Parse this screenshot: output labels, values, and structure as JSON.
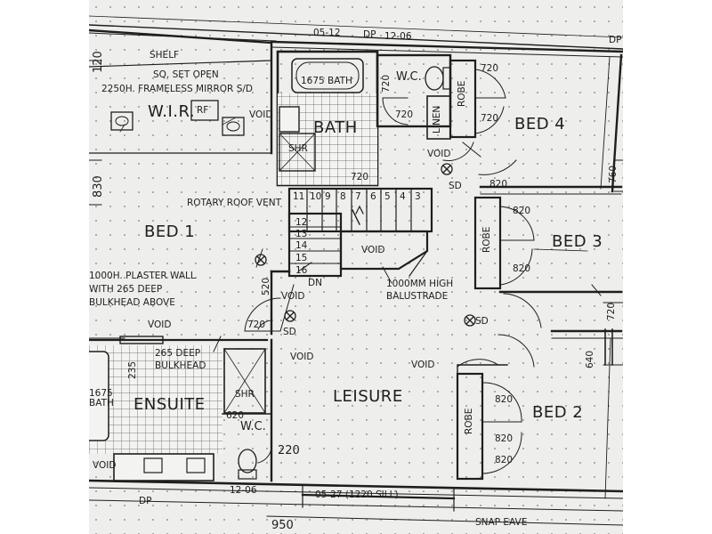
{
  "rooms": {
    "wir": "W.I.R.",
    "rf": "RF",
    "bath": "BATH",
    "wc_top": "W.C.",
    "bed4": "BED 4",
    "bed1": "BED 1",
    "bed3": "BED 3",
    "leisure": "LEISURE",
    "ensuite": "ENSUITE",
    "wc_bottom": "W.C.",
    "bed2": "BED 2"
  },
  "fixtures": {
    "shelf": "SHELF",
    "sq_set_open": "SQ. SET OPEN",
    "mirror": "2250H. FRAMELESS MIRROR S/D",
    "bath_1675": "1675 BATH",
    "ensuite_bath": "1675 BATH",
    "shr_top": "SHR",
    "shr_bottom": "SHR",
    "linen": "LINEN",
    "robe_bed4": "ROBE",
    "robe_bed3": "ROBE",
    "robe_bed2": "ROBE",
    "rotary_vent": "ROTARY ROOF VENT",
    "plaster_wall_1": "1000H. PLASTER WALL",
    "plaster_wall_2": "WITH 265 DEEP",
    "plaster_wall_3": "BULKHEAD ABOVE",
    "bulkhead_1": "265 DEEP",
    "bulkhead_2": "BULKHEAD",
    "balustrade_1": "1000MM HIGH",
    "balustrade_2": "BALUSTRADE",
    "dn": "DN",
    "stair_void": "VOID",
    "snap_eave": "SNAP EAVE"
  },
  "voids": [
    "VOID",
    "VOID",
    "VOID",
    "VOID",
    "VOID",
    "VOID",
    "VOID"
  ],
  "sd": [
    "SD",
    "SD",
    "SD"
  ],
  "dimensions": {
    "d120": "120",
    "d830": "830",
    "d720_bath": "720",
    "d720_wc": "720",
    "d720_linen": "720",
    "d720_bed4a": "720",
    "d720_bed4b": "720",
    "d720_left": "720",
    "d720_right": "720",
    "d760": "760",
    "d820_bed4": "820",
    "d820_bed3a": "820",
    "d820_bed3b": "820",
    "d820_bed2a": "820",
    "d820_bed2b": "820",
    "d820_bed2c": "820",
    "d520": "520",
    "d235": "235",
    "d620": "620",
    "d220": "220",
    "d640": "640",
    "d950": "950",
    "w0512": "05-12",
    "w1206_top": "12-06",
    "w1206_bottom": "12-06",
    "w0527": "05-27 (1220 SILL)",
    "dp_top": "DP",
    "dp_top_right": "DP",
    "dp_bottom": "DP"
  },
  "stair_treads": [
    "11",
    "10",
    "9",
    "8",
    "7",
    "6",
    "5",
    "4",
    "3"
  ],
  "stair_lower": [
    "12",
    "13",
    "14",
    "15",
    "16"
  ],
  "colors": {
    "paper": "#eeeeec",
    "ink": "#1e1e1e",
    "dots": "#9a9a9a"
  }
}
